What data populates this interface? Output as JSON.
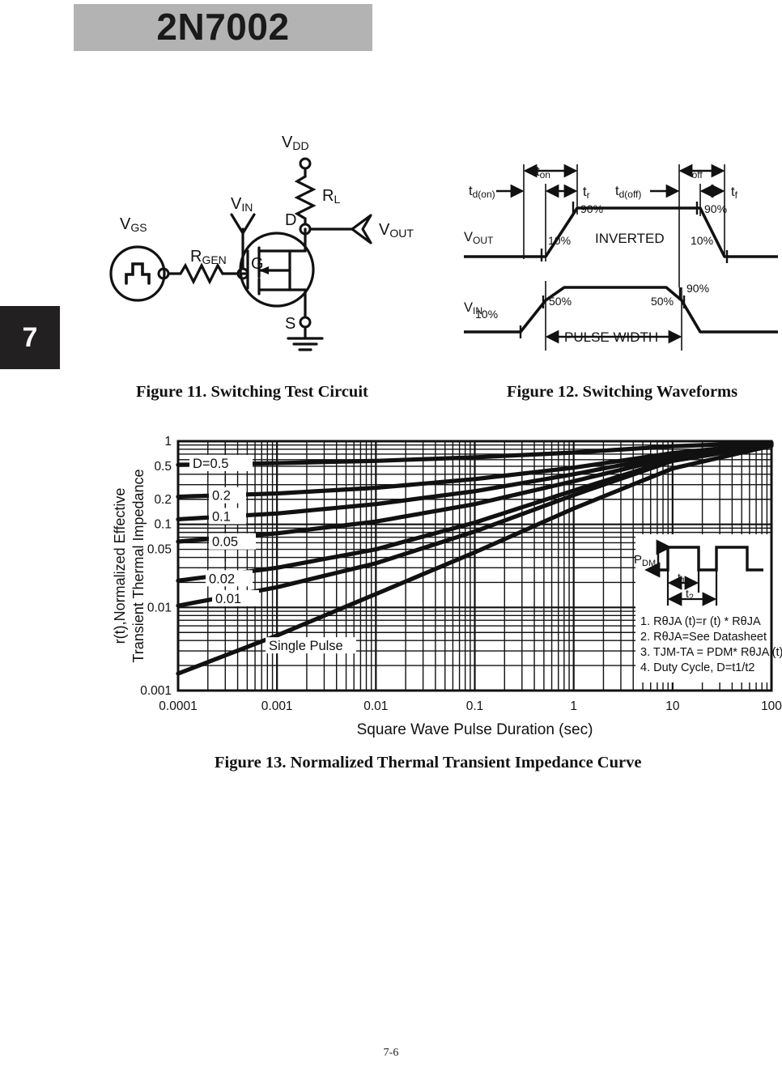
{
  "header": {
    "part_number": "2N7002",
    "band_color": "#b3b3b3"
  },
  "chapter_tab": {
    "number": "7",
    "background": "#232021"
  },
  "footer": {
    "page": "7-6"
  },
  "figures": {
    "fig11": {
      "caption": "Figure 11. Switching Test Circuit",
      "labels": {
        "vdd": "VDD",
        "rl": "RL",
        "vin": "VIN",
        "vout": "VOUT",
        "vgs": "VGS",
        "rgen": "RGEN",
        "gate": "G",
        "drain": "D",
        "source": "S"
      }
    },
    "fig12": {
      "caption": "Figure 12. Switching Waveforms",
      "labels": {
        "td_on": "td(on)",
        "t_on": "ton",
        "t_r": "tr",
        "td_off": "td(off)",
        "t_off": "toff",
        "t_f": "tf",
        "vout": "VOUT",
        "vin": "VIN",
        "inverted": "INVERTED",
        "pulse_width": "PULSE WIDTH",
        "pct90_a": "90%",
        "pct10_a": "10%",
        "pct90_b": "90%",
        "pct10_b": "10%",
        "pct10_in": "10%",
        "pct50_a": "50%",
        "pct50_b": "50%",
        "pct90_in": "90%"
      }
    },
    "fig13": {
      "caption": "Figure 13. Normalized Thermal Transient Impedance Curve",
      "inset": {
        "pdm": "PDM",
        "t1": "t1",
        "t2": "t2",
        "notes": [
          "1. RθJA (t)=r (t) * RθJA",
          "2. RθJA=See Datasheet",
          "3. TJM-TA = PDM* RθJA (t)",
          "4. Duty Cycle, D=t1/t2"
        ]
      }
    }
  },
  "chart_data": {
    "type": "line",
    "title": "Figure 13. Normalized Thermal Transient Impedance Curve",
    "xlabel": "Square Wave Pulse Duration (sec)",
    "ylabel": "r(t),Normalized Effective\nTransient Thermal Impedance",
    "ylabel_line1": "r(t),Normalized Effective",
    "ylabel_line2": "Transient Thermal Impedance",
    "xscale": "log",
    "yscale": "log",
    "xlim": [
      0.0001,
      100
    ],
    "ylim": [
      0.001,
      1
    ],
    "xticks": [
      "0.0001",
      "0.001",
      "0.01",
      "0.1",
      "1",
      "10",
      "100"
    ],
    "xtick_values": [
      0.0001,
      0.001,
      0.01,
      0.1,
      1,
      10,
      100
    ],
    "yticks": [
      "1",
      "0.5",
      "0.2",
      "0.1",
      "0.05",
      "0.01",
      "0.001"
    ],
    "ytick_values": [
      1,
      0.5,
      0.2,
      0.1,
      0.05,
      0.01,
      0.001
    ],
    "grid": true,
    "legend_position": "inline-curve-labels",
    "series": [
      {
        "name": "D=0.5",
        "label": "D=0.5",
        "x": [
          0.0001,
          0.001,
          0.01,
          0.1,
          1,
          10,
          100
        ],
        "y": [
          0.52,
          0.545,
          0.58,
          0.64,
          0.73,
          0.87,
          0.96
        ]
      },
      {
        "name": "0.2",
        "label": "0.2",
        "x": [
          0.0001,
          0.001,
          0.01,
          0.1,
          1,
          10,
          100
        ],
        "y": [
          0.215,
          0.235,
          0.275,
          0.35,
          0.48,
          0.72,
          0.94
        ]
      },
      {
        "name": "0.1",
        "label": "0.1",
        "x": [
          0.0001,
          0.001,
          0.01,
          0.1,
          1,
          10,
          100
        ],
        "y": [
          0.115,
          0.135,
          0.175,
          0.25,
          0.4,
          0.68,
          0.93
        ]
      },
      {
        "name": "0.05",
        "label": "0.05",
        "x": [
          0.0001,
          0.001,
          0.01,
          0.1,
          1,
          10,
          100
        ],
        "y": [
          0.062,
          0.078,
          0.108,
          0.175,
          0.33,
          0.64,
          0.92
        ]
      },
      {
        "name": "0.02",
        "label": "0.02",
        "x": [
          0.0001,
          0.001,
          0.01,
          0.1,
          1,
          10,
          100
        ],
        "y": [
          0.021,
          0.03,
          0.05,
          0.105,
          0.255,
          0.6,
          0.91
        ]
      },
      {
        "name": "0.01",
        "label": "0.01",
        "x": [
          0.0001,
          0.001,
          0.01,
          0.1,
          1,
          10,
          100
        ],
        "y": [
          0.0105,
          0.0175,
          0.034,
          0.082,
          0.225,
          0.58,
          0.9
        ]
      },
      {
        "name": "Single Pulse",
        "label": "Single Pulse",
        "x": [
          0.0001,
          0.001,
          0.01,
          0.1,
          1,
          10,
          100
        ],
        "y": [
          0.0016,
          0.0046,
          0.0145,
          0.046,
          0.155,
          0.47,
          0.88
        ]
      }
    ]
  }
}
